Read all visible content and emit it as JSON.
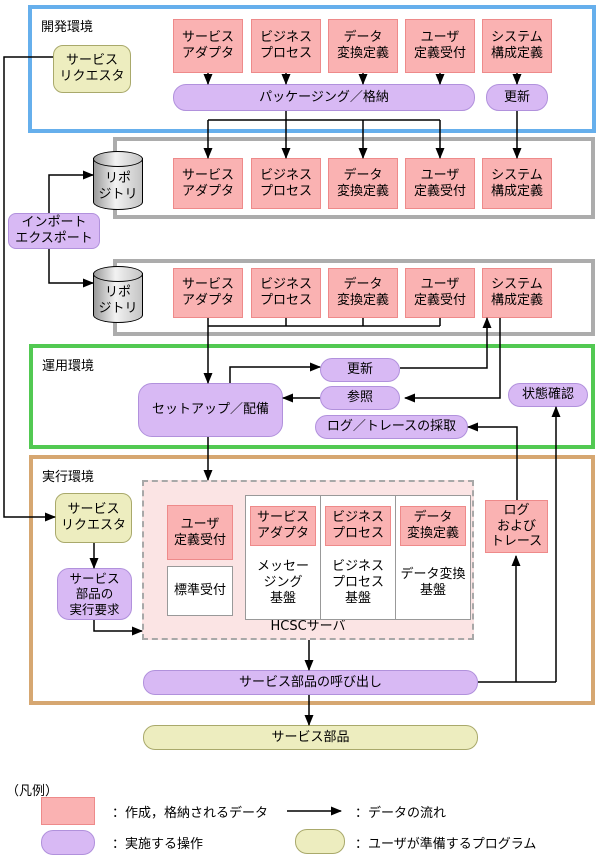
{
  "dev": {
    "title": "開発環境",
    "requester": "サービス\nリクエスタ",
    "artifacts": [
      "サービス\nアダプタ",
      "ビジネス\nプロセス",
      "データ\n変換定義",
      "ユーザ\n定義受付",
      "システム\n構成定義"
    ],
    "packaging": "パッケージング／格納",
    "update": "更新"
  },
  "repo1": {
    "label": "リポ\nジトリ",
    "artifacts": [
      "サービス\nアダプタ",
      "ビジネス\nプロセス",
      "データ\n変換定義",
      "ユーザ\n定義受付",
      "システム\n構成定義"
    ]
  },
  "import_export": "インポート\nエクスポート",
  "repo2": {
    "label": "リポ\nジトリ",
    "artifacts": [
      "サービス\nアダプタ",
      "ビジネス\nプロセス",
      "データ\n変換定義",
      "ユーザ\n定義受付",
      "システム\n構成定義"
    ]
  },
  "ops": {
    "title": "運用環境",
    "setup": "セットアップ／配備",
    "update": "更新",
    "reference": "参照",
    "log_collect": "ログ／トレースの採取",
    "status_check": "状態確認"
  },
  "exec": {
    "title": "実行環境",
    "requester": "サービス\nリクエスタ",
    "exec_request": "サービス\n部品の\n実行要求",
    "hcsc": {
      "label": "HCSCサーバ",
      "user_reception": "ユーザ\n定義受付",
      "standard_reception": "標準受付",
      "columns": [
        {
          "top": "サービス\nアダプタ",
          "base": "メッセー\nジング\n基盤"
        },
        {
          "top": "ビジネス\nプロセス",
          "base": "ビジネス\nプロセス\n基盤"
        },
        {
          "top": "データ\n変換定義",
          "base": "データ変換\n基盤"
        }
      ]
    },
    "log_trace": "ログ\nおよび\nトレース",
    "service_call": "サービス部品の呼び出し",
    "service_component": "サービス部品"
  },
  "legend": {
    "title": "（凡例）",
    "data_label": "：作成，格納されるデータ",
    "flow_label": "：データの流れ",
    "operation_label": "：実施する操作",
    "program_label": "：ユーザが準備するプログラム"
  },
  "colors": {
    "data_box": "#FAB2B2",
    "operation_box": "#D8B9F4",
    "program_box": "#EDEDBF",
    "dev_border": "#66AFEC",
    "repo_border": "#ACACAC",
    "ops_border": "#52C952",
    "exec_border": "#D6A771"
  }
}
